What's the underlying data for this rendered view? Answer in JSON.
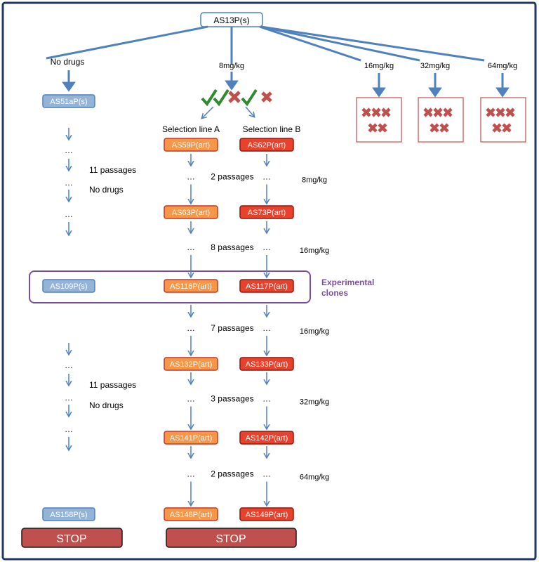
{
  "root": {
    "label": "AS13P(s)"
  },
  "branch_doses": {
    "no_drugs": "No drugs",
    "d8": "8mg/kg",
    "d16": "16mg/kg",
    "d32": "32mg/kg",
    "d64": "64mg/kg"
  },
  "selection_lines": {
    "a": "Selection line A",
    "b": "Selection line B"
  },
  "no_drug_line": [
    "AS51aP(s)",
    "AS109P(s)",
    "AS158P(s)"
  ],
  "line_a": [
    "AS59P(art)",
    "AS63P(art)",
    "AS116P(art)",
    "AS132P(art)",
    "AS141P(art)",
    "AS148P(art)"
  ],
  "line_b": [
    "AS62P(art)",
    "AS73P(art)",
    "AS117P(art)",
    "AS133P(art)",
    "AS142P(art)",
    "AS149P(art)"
  ],
  "no_drug_passage_label": "11 passages",
  "no_drug_label": "No drugs",
  "selection_passages": [
    "2 passages",
    "8 passages",
    "7 passages",
    "3 passages",
    "2 passages"
  ],
  "selection_doses": [
    "8mg/kg",
    "16mg/kg",
    "16mg/kg",
    "32mg/kg",
    "64mg/kg"
  ],
  "ellipsis": "…",
  "experimental_clones": {
    "line1": "Experimental",
    "line2": "clones"
  },
  "stop_label": "STOP",
  "colors": {
    "blue_arrow": "#4F81BD",
    "blue_box": "#95B3D7",
    "orange_box": "#F79646",
    "red_box": "#E8422D",
    "red_x": "#C0504D",
    "green_check": "#2E8B2E",
    "purple": "#7B4FA0",
    "stop_fill": "#C0504D"
  }
}
